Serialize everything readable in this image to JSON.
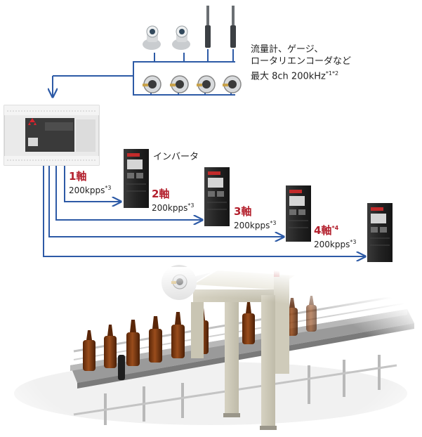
{
  "sensor_note": {
    "line1": "流量計、ゲージ、",
    "line2": "ロータリエンコーダなど",
    "line3": "最大 8ch 200kHz",
    "footnote": "*1*2"
  },
  "inverter_label": "インバータ",
  "axes": [
    {
      "label": "1軸",
      "mark": "",
      "speed": "200kpps",
      "footnote": "*3"
    },
    {
      "label": "2軸",
      "mark": "",
      "speed": "200kpps",
      "footnote": "*3"
    },
    {
      "label": "3軸",
      "mark": "",
      "speed": "200kpps",
      "footnote": "*3"
    },
    {
      "label": "4軸",
      "mark": "*4",
      "speed": "200kpps",
      "footnote": "*3"
    }
  ],
  "colors": {
    "wire": "#2d5aa6",
    "axis_label": "#b3202d",
    "plc_body": "#e9e9e9",
    "inverter_body": "#2b2b2b",
    "bottle": "#7a3a12"
  },
  "icons": [
    "flow-meter-icon",
    "gauge-icon",
    "rotary-encoder-icon",
    "plc-unit",
    "inverter-unit",
    "bottle-conveyor",
    "inspection-gate"
  ]
}
